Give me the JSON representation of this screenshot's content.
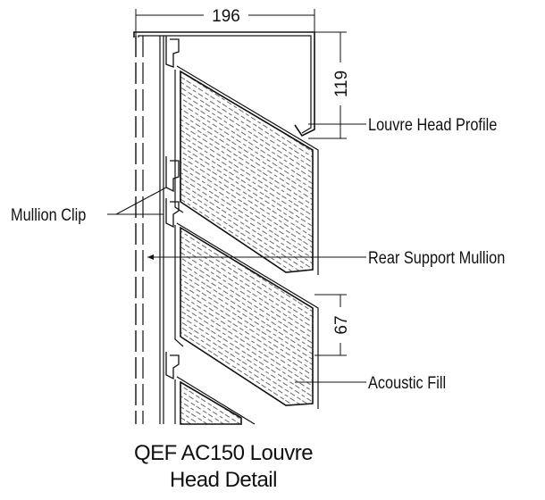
{
  "dimensions": {
    "overall_width": "196",
    "head_height": "119",
    "blade_gap": "67"
  },
  "callouts": {
    "louvre_head_profile": "Louvre Head Profile",
    "mullion_clip": "Mullion Clip",
    "rear_support_mullion": "Rear Support Mullion",
    "acoustic_fill": "Acoustic Fill"
  },
  "caption": {
    "line1": "QEF AC150 Louvre",
    "line2": "Head Detail"
  },
  "colors": {
    "ink": "#111111",
    "background": "#ffffff",
    "fill_pattern": "#555555"
  }
}
